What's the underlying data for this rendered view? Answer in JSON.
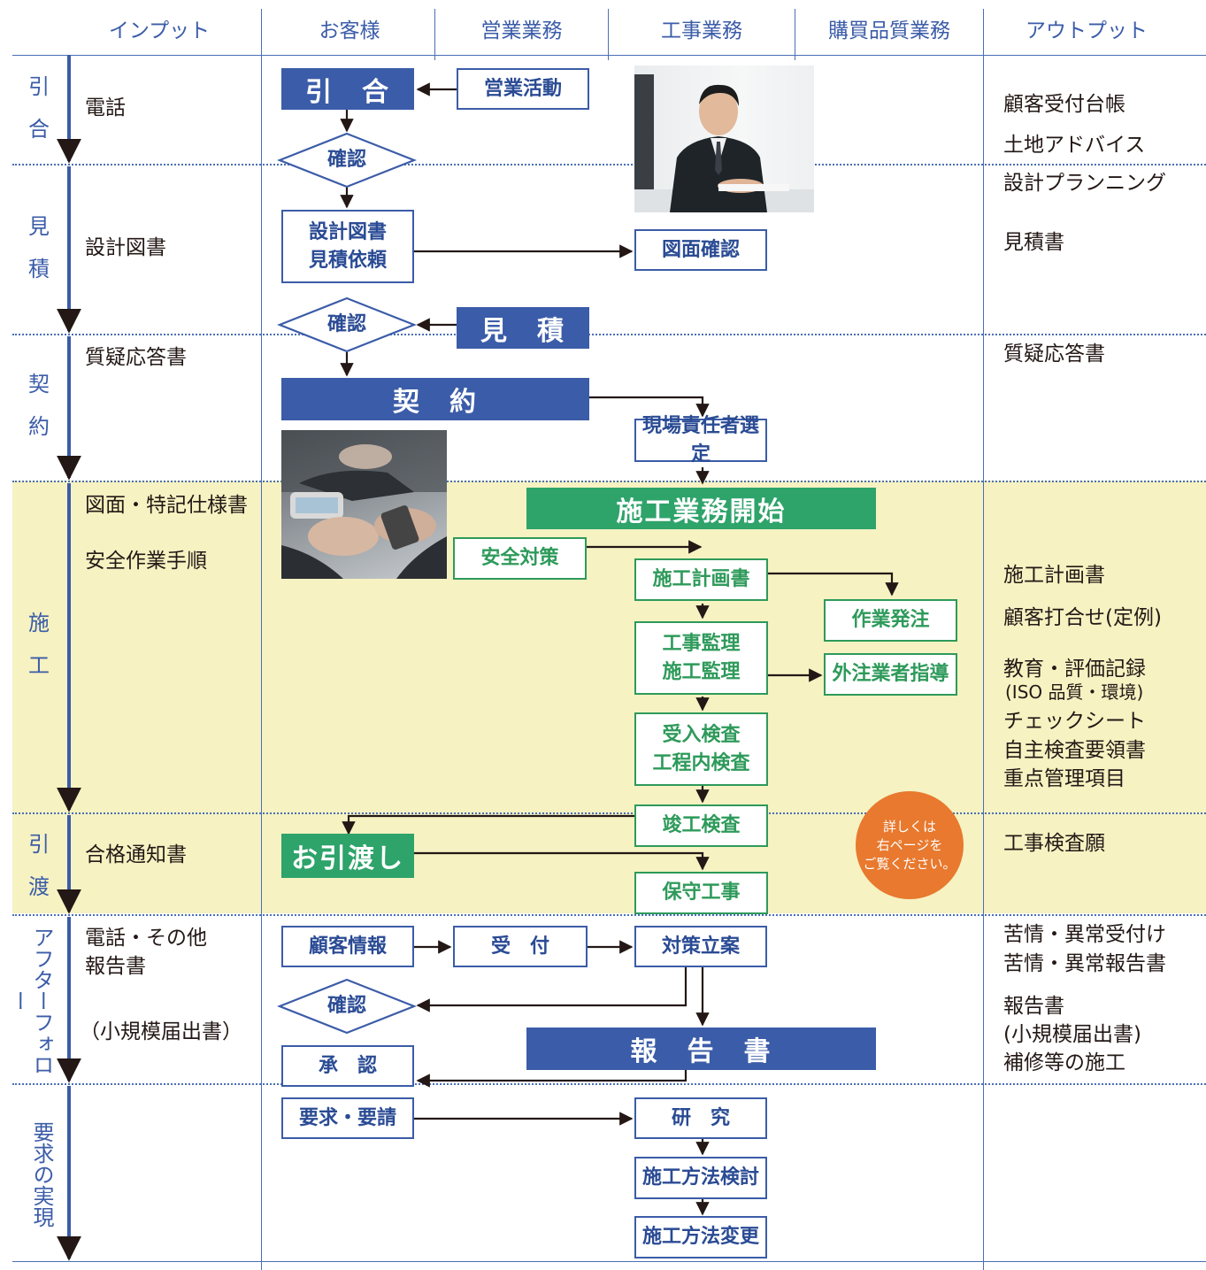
{
  "headers": {
    "input": "インプット",
    "customer": "お客様",
    "sales": "営業業務",
    "construction": "工事業務",
    "purchase_quality": "購買品質業務",
    "output": "アウトプット"
  },
  "phases": {
    "inquiry": [
      "引",
      "合"
    ],
    "estimate": [
      "見",
      "積"
    ],
    "contract": [
      "契",
      "約"
    ],
    "construction": [
      "施",
      "工"
    ],
    "handover": [
      "引",
      "渡"
    ],
    "after_follow": "アフターフォロー",
    "realization": "要求の実現"
  },
  "inputs": {
    "inquiry": "電話",
    "estimate": "設計図書",
    "contract": "質疑応答書",
    "construction_1": "図面・特記仕様書",
    "construction_2": "安全作業手順",
    "handover": "合格通知書",
    "after_1": "電話・その他",
    "after_2": "報告書",
    "after_3": "（小規模届出書）"
  },
  "outputs": {
    "o1": "顧客受付台帳",
    "o2": "土地アドバイス",
    "o3": "設計プランニング",
    "o4": "見積書",
    "o5": "質疑応答書",
    "o6": "施工計画書",
    "o7": "顧客打合せ(定例)",
    "o8": "教育・評価記録",
    "o9": "(ISO 品質・環境)",
    "o10": "チェックシート",
    "o11": "自主検査要領書",
    "o12": "重点管理項目",
    "o13": "工事検査願",
    "o14": "苦情・異常受付け",
    "o15": "苦情・異常報告書",
    "o16": "報告書",
    "o17": "(小規模届出書)",
    "o18": "補修等の施工"
  },
  "nodes": {
    "inquiry": "引　合",
    "sales_activity": "営業活動",
    "confirm1": "確認",
    "design_docs_1": "設計図書",
    "design_docs_2": "見積依頼",
    "drawing_check": "図面確認",
    "confirm2": "確認",
    "estimate": "見　積",
    "contract": "契　約",
    "site_manager": "現場責任者選定",
    "start": "施工業務開始",
    "safety": "安全対策",
    "plan": "施工計画書",
    "work_order": "作業発注",
    "supervision_1": "工事監理",
    "supervision_2": "施工監理",
    "subcontractor": "外注業者指導",
    "inspection_1": "受入検査",
    "inspection_2": "工程内検査",
    "completion_check": "竣工検査",
    "handover": "お引渡し",
    "maintenance": "保守工事",
    "customer_info": "顧客情報",
    "reception": "受　付",
    "countermeasure": "対策立案",
    "confirm3": "確認",
    "report": "報　告　書",
    "approval": "承　認",
    "request": "要求・要請",
    "research": "研　究",
    "method_review": "施工方法検討",
    "method_change": "施工方法変更"
  },
  "badge": [
    "詳しくは",
    "右ページを",
    "ご覧ください。"
  ],
  "colors": {
    "blue": "#3b5ca8",
    "green": "#2e9a5a",
    "band": "#f6f2c2",
    "orange": "#e8792e"
  }
}
